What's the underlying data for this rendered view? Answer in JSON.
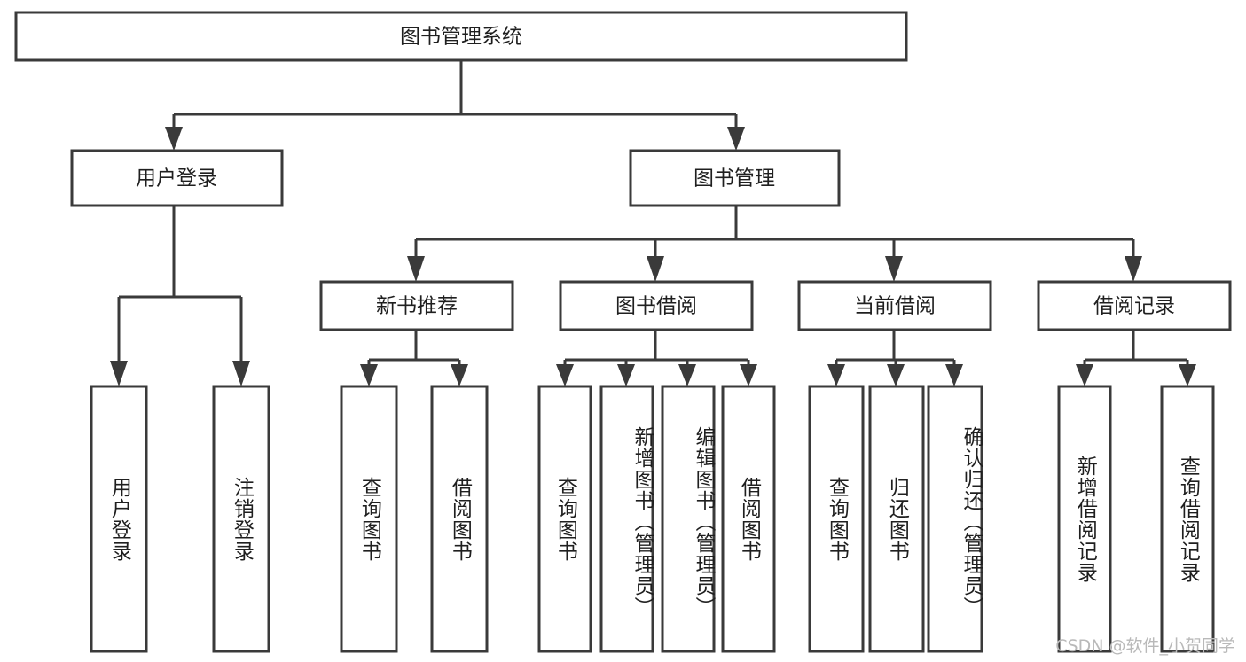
{
  "diagram": {
    "type": "tree-hierarchy",
    "title": "图书管理系统",
    "orientation": "top-down",
    "watermark": "CSDN @软件_小贺同学",
    "colors": {
      "box_stroke": "#3a3a3a",
      "box_fill": "#ffffff",
      "connector": "#3a3a3a",
      "text": "#1f1f1f",
      "watermark": "#b9b9b9",
      "background": "#ffffff"
    },
    "levels": {
      "root": {
        "label": "图书管理系统",
        "orientation": "horizontal"
      },
      "level2": [
        {
          "label": "用户登录",
          "orientation": "horizontal"
        },
        {
          "label": "图书管理",
          "orientation": "horizontal"
        }
      ],
      "level3": [
        {
          "label": "新书推荐",
          "orientation": "horizontal"
        },
        {
          "label": "图书借阅",
          "orientation": "horizontal"
        },
        {
          "label": "当前借阅",
          "orientation": "horizontal"
        },
        {
          "label": "借阅记录",
          "orientation": "horizontal"
        }
      ],
      "leaves": {
        "user_login": [
          {
            "label": "用户登录",
            "orientation": "vertical"
          },
          {
            "label": "注销登录",
            "orientation": "vertical"
          }
        ],
        "new_book_recommend": [
          {
            "label": "查询图书",
            "orientation": "vertical"
          },
          {
            "label": "借阅图书",
            "orientation": "vertical"
          }
        ],
        "book_borrow": [
          {
            "label": "查询图书",
            "orientation": "vertical"
          },
          {
            "label": "新增图书（管理员）",
            "orientation": "vertical"
          },
          {
            "label": "编辑图书（管理员）",
            "orientation": "vertical"
          },
          {
            "label": "借阅图书",
            "orientation": "vertical"
          }
        ],
        "current_borrow": [
          {
            "label": "查询图书",
            "orientation": "vertical"
          },
          {
            "label": "归还图书",
            "orientation": "vertical"
          },
          {
            "label": "确认归还（管理员）",
            "orientation": "vertical"
          }
        ],
        "borrow_record": [
          {
            "label": "新增借阅记录",
            "orientation": "vertical"
          },
          {
            "label": "查询借阅记录",
            "orientation": "vertical"
          }
        ]
      }
    }
  }
}
